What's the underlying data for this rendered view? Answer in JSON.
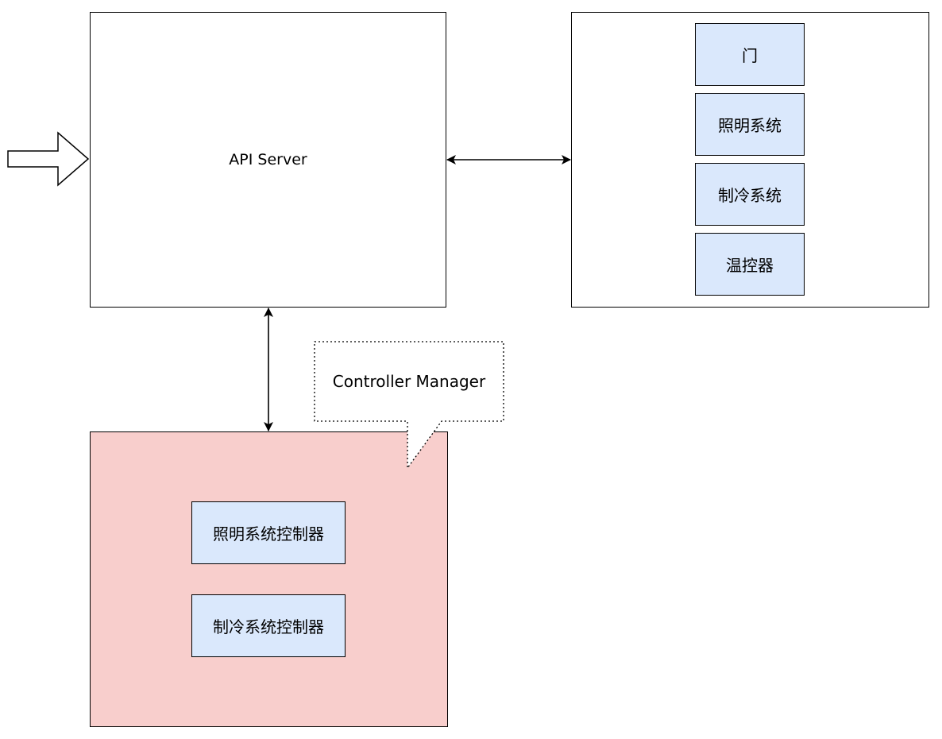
{
  "api_server": {
    "label": "API Server"
  },
  "devices": {
    "items": [
      {
        "label": "门"
      },
      {
        "label": "照明系统"
      },
      {
        "label": "制冷系统"
      },
      {
        "label": "温控器"
      }
    ]
  },
  "controller_manager": {
    "callout_label": "Controller Manager",
    "fill_color": "#f8cecc",
    "items": [
      {
        "label": "照明系统控制器"
      },
      {
        "label": "制冷系统控制器"
      }
    ]
  },
  "colors": {
    "item_fill": "#dae8fc",
    "stroke": "#000000"
  }
}
